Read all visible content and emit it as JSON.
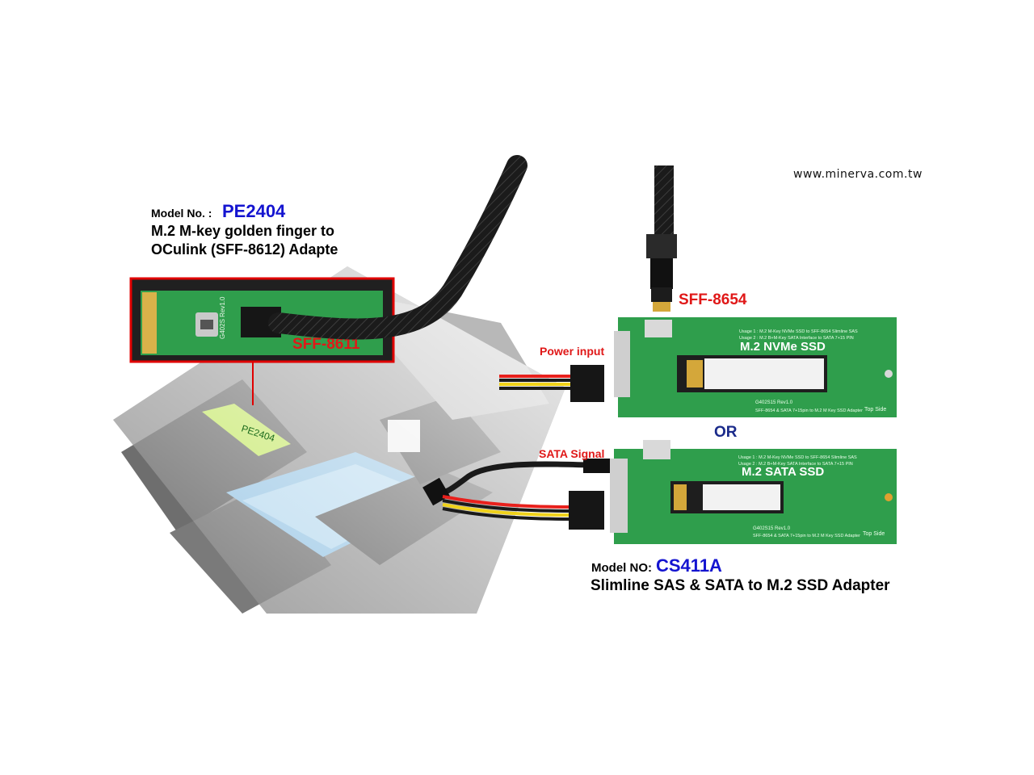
{
  "website": "www.minerva.com.tw",
  "pe2404": {
    "model_label": "Model No. :",
    "model_no": "PE2404",
    "desc_line1": "M.2 M-key golden finger to",
    "desc_line2": "OCulink (SFF-8612) Adapte",
    "connector_label": "SFF-8611",
    "board_sticker": "PE2404",
    "pcb_text": "G402S Rev1.0"
  },
  "cs411a": {
    "model_label": "Model NO:",
    "model_no": "CS411A",
    "desc": "Slimline SAS & SATA to M.2 SSD Adapter",
    "connector_label": "SFF-8654",
    "power_label": "Power input",
    "sata_label": "SATA Signal",
    "or_label": "OR",
    "nvme_board": {
      "title": "M.2 NVMe SSD",
      "usage1": "Usage 1 : M.2 M-Key NVMe SSD to SFF-8654 Slimline SAS",
      "usage2": "Usage 2 : M.2 B+M-Key SATA Interface to SATA 7+15 PIN",
      "rev": "G402S15 Rev1.0",
      "footer": "SFF-8654 & SATA 7+15pin to M.2 M Key SSD Adapter",
      "side": "Top Side"
    },
    "sata_board": {
      "title": "M.2 SATA SSD",
      "usage1": "Usage 1 : M.2 M-Key NVMe SSD to SFF-8654 Slimline SAS",
      "usage2": "Usage 2 : M.2 B+M-Key SATA Interface to SATA 7+15 PIN",
      "rev": "G402S15 Rev1.0",
      "footer": "SFF-8654 & SATA 7+15pin to M.2 M Key SSD Adapter",
      "side": "Top Side"
    }
  },
  "colors": {
    "model_blue": "#1414d0",
    "label_red": "#e01818",
    "pcb_green": "#2f9e4c",
    "highlight_red": "#e00000"
  }
}
